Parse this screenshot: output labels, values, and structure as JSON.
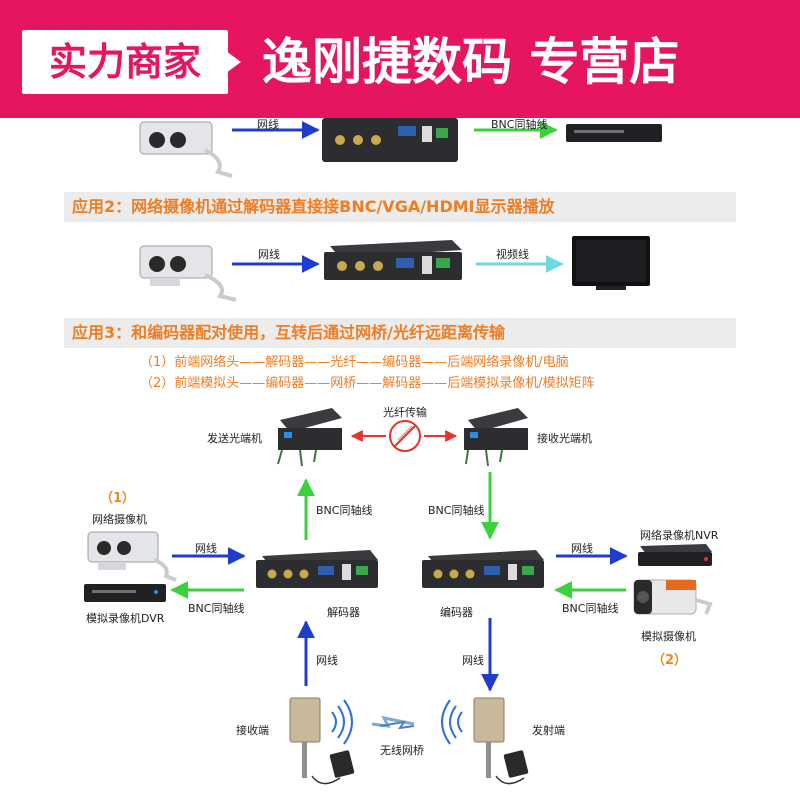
{
  "banner": {
    "badge": "实力商家",
    "shop_name": "逸刚捷数码 专营店"
  },
  "sections": {
    "app1": {
      "cable_network": "网线",
      "cable_bnc": "BNC同轴线"
    },
    "app2": {
      "title": "应用2：网络摄像机通过解码器直接接BNC/VGA/HDMI显示器播放",
      "cable_network": "网线",
      "cable_video": "视频线"
    },
    "app3": {
      "title": "应用3：和编码器配对使用，互转后通过网桥/光纤远距离传输",
      "note1": "（1）前端网络头——解码器——光纤——编码器——后端网络录像机/电脑",
      "note2": "（2）前端模拟头——编码器——网桥——解码器——后端模拟录像机/模拟矩阵",
      "send_fiber": "发送光端机",
      "fiber_transmission": "光纤传输",
      "receive_fiber": "接收光端机",
      "bnc_left": "BNC同轴线",
      "bnc_right": "BNC同轴线",
      "num1": "（1）",
      "network_camera": "网络摄像机",
      "analog_dvr": "模拟录像机DVR",
      "network_cable_left": "网线",
      "bnc_cable_left": "BNC同轴线",
      "decoder": "解码器",
      "encoder": "编码器",
      "network_cable_right": "网线",
      "bnc_cable_right": "BNC同轴线",
      "nvr": "网络录像机NVR",
      "analog_camera": "模拟摄像机",
      "num2": "（2）",
      "network_cable_down_left": "网线",
      "network_cable_down_right": "网线",
      "receive_end": "接收端",
      "wireless_bridge": "无线网桥",
      "transmit_end": "发射端"
    }
  },
  "colors": {
    "brand": "#e6155f",
    "section_title": "#ef7d22",
    "arrow_blue": "#1f3dcc",
    "arrow_green": "#3ad13a",
    "arrow_cyan": "#6fd8e6"
  }
}
